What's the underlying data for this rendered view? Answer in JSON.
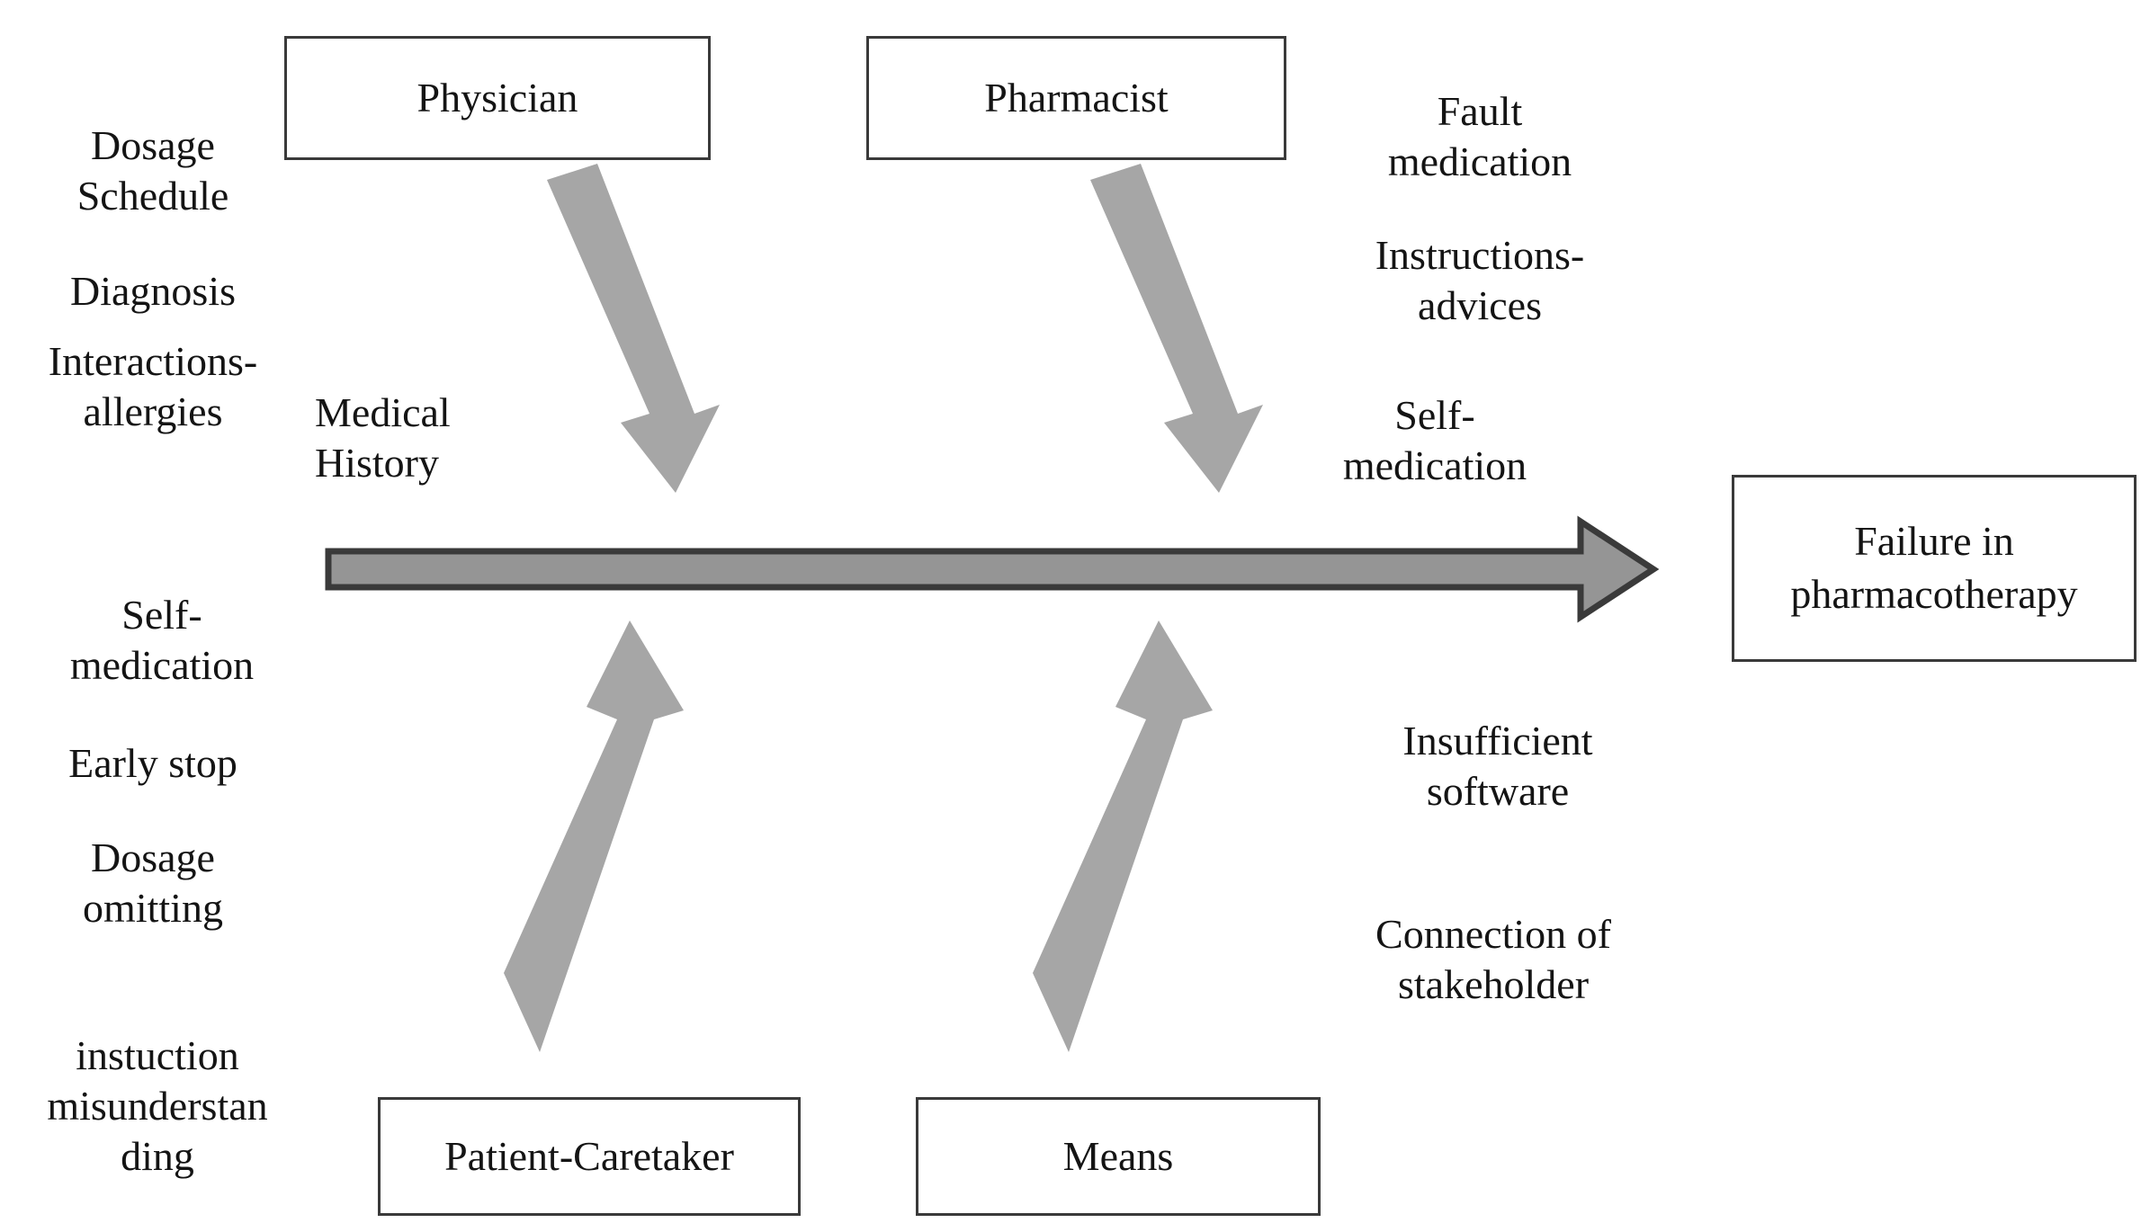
{
  "diagram": {
    "type": "fishbone-ishikawa",
    "effect": {
      "label": "Failure in\npharmacotherapy"
    },
    "categories": [
      {
        "id": "physician",
        "label": "Physician"
      },
      {
        "id": "pharmacist",
        "label": "Pharmacist"
      },
      {
        "id": "patient-caretaker",
        "label": "Patient-Caretaker"
      },
      {
        "id": "means",
        "label": "Means"
      }
    ],
    "causes": [
      {
        "id": "dosage-schedule",
        "group": "physician",
        "label": "Dosage\nSchedule"
      },
      {
        "id": "diagnosis",
        "group": "physician",
        "label": "Diagnosis"
      },
      {
        "id": "interactions-allergies",
        "group": "physician",
        "label": "Interactions-\nallergies"
      },
      {
        "id": "medical-history",
        "group": "physician",
        "label": "Medical\nHistory"
      },
      {
        "id": "fault-medication",
        "group": "pharmacist",
        "label": "Fault\nmedication"
      },
      {
        "id": "instructions-advices",
        "group": "pharmacist",
        "label": "Instructions-\nadvices"
      },
      {
        "id": "self-medication-pharm",
        "group": "pharmacist",
        "label": "Self-\nmedication"
      },
      {
        "id": "self-medication-patient",
        "group": "patient-caretaker",
        "label": "Self-\nmedication"
      },
      {
        "id": "early-stop",
        "group": "patient-caretaker",
        "label": "Early stop"
      },
      {
        "id": "dosage-omitting",
        "group": "patient-caretaker",
        "label": "Dosage\nomitting"
      },
      {
        "id": "instuction-misunderstanding",
        "group": "patient-caretaker",
        "label": "instuction\nmisunderstan\nding"
      },
      {
        "id": "insufficient-software",
        "group": "means",
        "label": "Insufficient\nsoftware"
      },
      {
        "id": "connection-of-stakeholder",
        "group": "means",
        "label": "Connection of\nstakeholder"
      }
    ],
    "colors": {
      "spine_fill": "#959595",
      "spine_stroke": "#3a3a3a",
      "bone_arrow_fill": "#a6a6a6",
      "box_border": "#3a3a3a",
      "text": "#141414",
      "background": "#ffffff"
    }
  }
}
